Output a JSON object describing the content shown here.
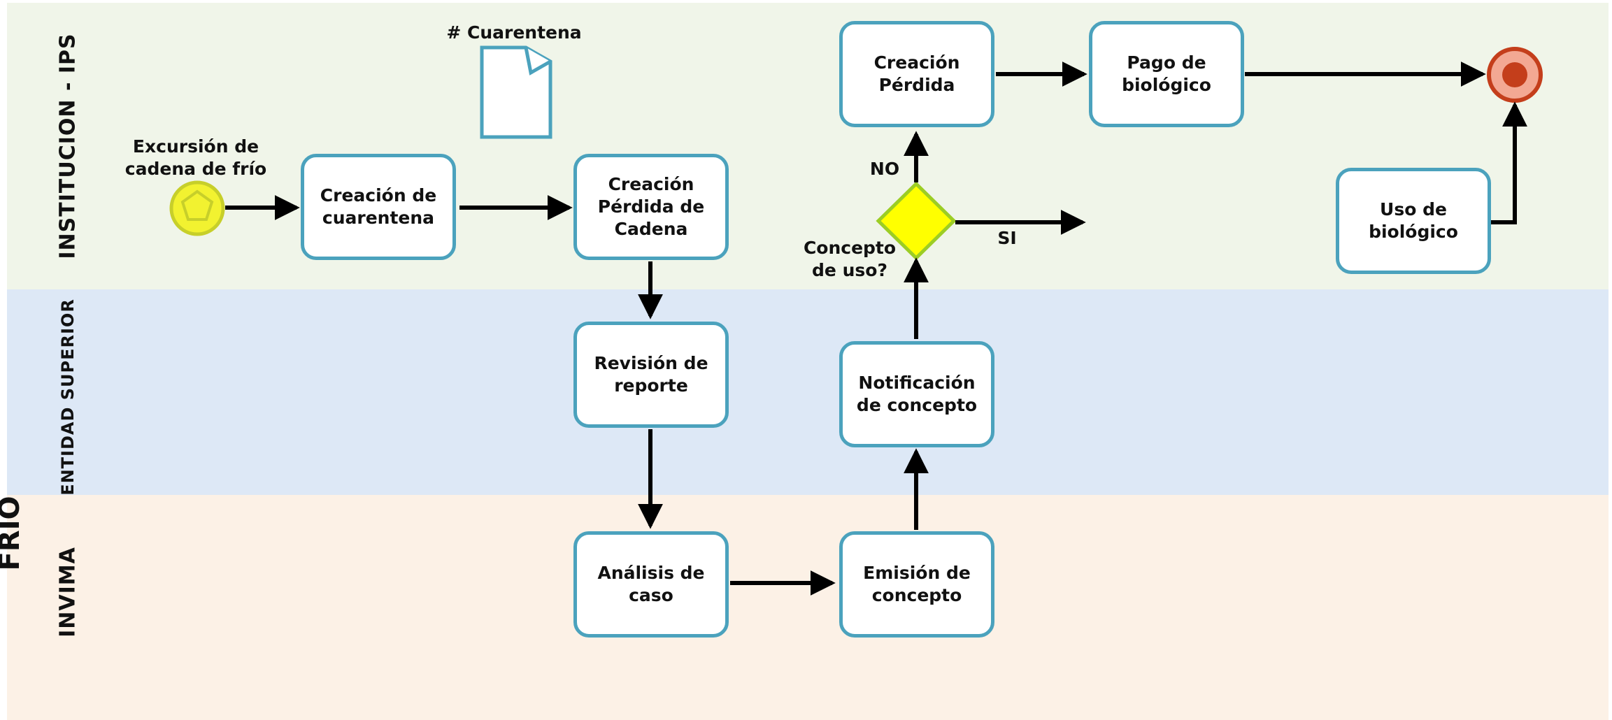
{
  "pool": {
    "title": "FRIO"
  },
  "lanes": [
    {
      "id": "ips",
      "label": "INSTITUCION - IPS"
    },
    {
      "id": "superior",
      "label": "ENTIDAD SUPERIOR"
    },
    {
      "id": "invima",
      "label": "INVIMA"
    }
  ],
  "start_event": {
    "label": "Excursión de\ncadena de frío"
  },
  "data_object": {
    "label": "# Cuarentena"
  },
  "tasks": {
    "creacion_cuarentena": "Creación de\ncuarentena",
    "creacion_perdida_cadena": "Creación\nPérdida de\nCadena",
    "revision_reporte": "Revisión de\nreporte",
    "analisis_caso": "Análisis de\ncaso",
    "emision_concepto": "Emisión de\nconcepto",
    "notificacion_concepto": "Notificación\nde concepto",
    "creacion_perdida": "Creación\nPérdida",
    "pago_biologico": "Pago de\nbiológico",
    "uso_biologico": "Uso de\nbiológico"
  },
  "gateway": {
    "question": "Concepto\nde uso?",
    "no_label": "NO",
    "si_label": "SI"
  },
  "colors": {
    "task_border": "#4ba2bd",
    "start_fill": "#f2f230",
    "start_border": "#c7cf2a",
    "gateway_fill": "#ffff00",
    "gateway_border": "#9ccd24",
    "end_fill": "#f3a893",
    "end_border": "#c43e1b",
    "end_inner": "#c43e1b",
    "lane_ips": "#f0f5e9",
    "lane_superior": "#dde8f6",
    "lane_invima": "#fcf1e6",
    "arrow": "#000000"
  }
}
